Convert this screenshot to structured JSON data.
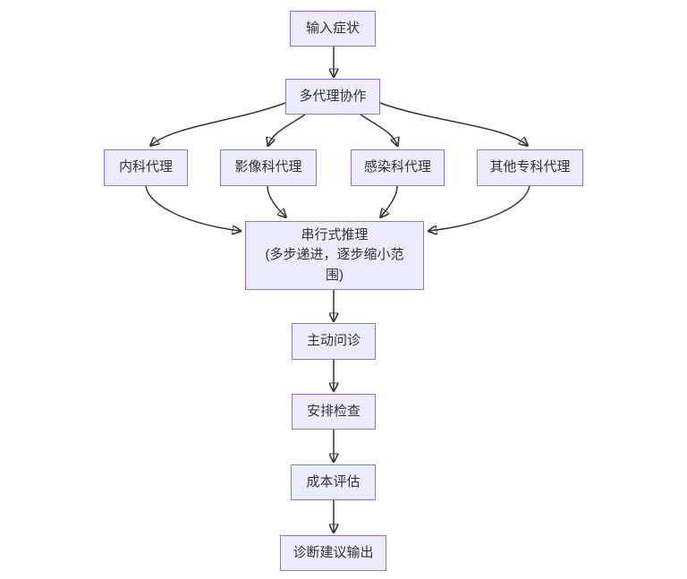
{
  "diagram": {
    "type": "flowchart",
    "direction": "top-down",
    "colors": {
      "node_fill": "#ECECFF",
      "node_border": "#9370DB",
      "edge": "#333333",
      "text": "#333333",
      "background": "#ffffff"
    },
    "nodes": {
      "input": {
        "label": "输入症状"
      },
      "collab": {
        "label": "多代理协作"
      },
      "internal": {
        "label": "内科代理"
      },
      "imaging": {
        "label": "影像科代理"
      },
      "infection": {
        "label": "感染科代理"
      },
      "other": {
        "label": "其他专科代理"
      },
      "serial": {
        "label": "串行式推理 (多步递进，逐步缩小范围)",
        "lines": [
          "串行式推理",
          "(多步递进，逐步缩小范",
          "围)"
        ]
      },
      "inquiry": {
        "label": "主动问诊"
      },
      "tests": {
        "label": "安排检查"
      },
      "cost": {
        "label": "成本评估"
      },
      "output": {
        "label": "诊断建议输出"
      }
    },
    "edges": [
      {
        "from": "输入症状",
        "to": "多代理协作"
      },
      {
        "from": "多代理协作",
        "to": "内科代理"
      },
      {
        "from": "多代理协作",
        "to": "影像科代理"
      },
      {
        "from": "多代理协作",
        "to": "感染科代理"
      },
      {
        "from": "多代理协作",
        "to": "其他专科代理"
      },
      {
        "from": "内科代理",
        "to": "串行式推理"
      },
      {
        "from": "影像科代理",
        "to": "串行式推理"
      },
      {
        "from": "感染科代理",
        "to": "串行式推理"
      },
      {
        "from": "其他专科代理",
        "to": "串行式推理"
      },
      {
        "from": "串行式推理",
        "to": "主动问诊"
      },
      {
        "from": "主动问诊",
        "to": "安排检查"
      },
      {
        "from": "安排检查",
        "to": "成本评估"
      },
      {
        "from": "成本评估",
        "to": "诊断建议输出"
      }
    ]
  }
}
